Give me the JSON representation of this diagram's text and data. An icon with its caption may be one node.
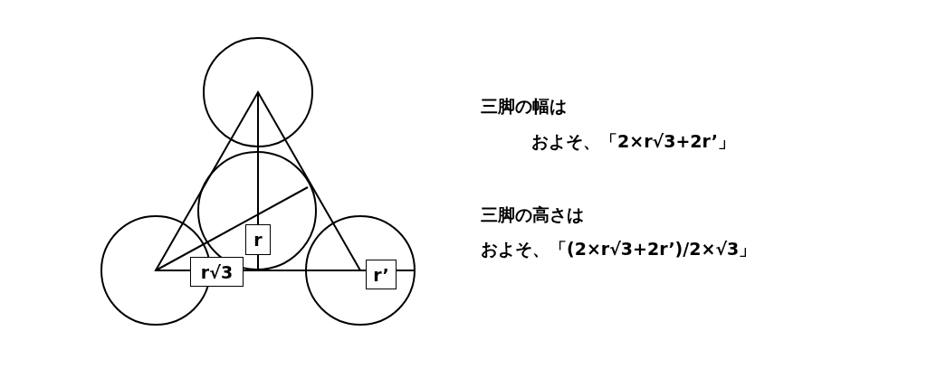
{
  "diagram": {
    "nodes": [
      {
        "text": [
          "r"
        ]
      },
      {
        "text": [
          "r√3"
        ]
      },
      {
        "text": [
          "r’"
        ]
      }
    ],
    "labels": [
      "三脚の幅は",
      "およそ、「2×r√3+2r’」",
      "三脚の高さは",
      "およそ、「(2×r√3+2r’)/2×√3」"
    ]
  }
}
